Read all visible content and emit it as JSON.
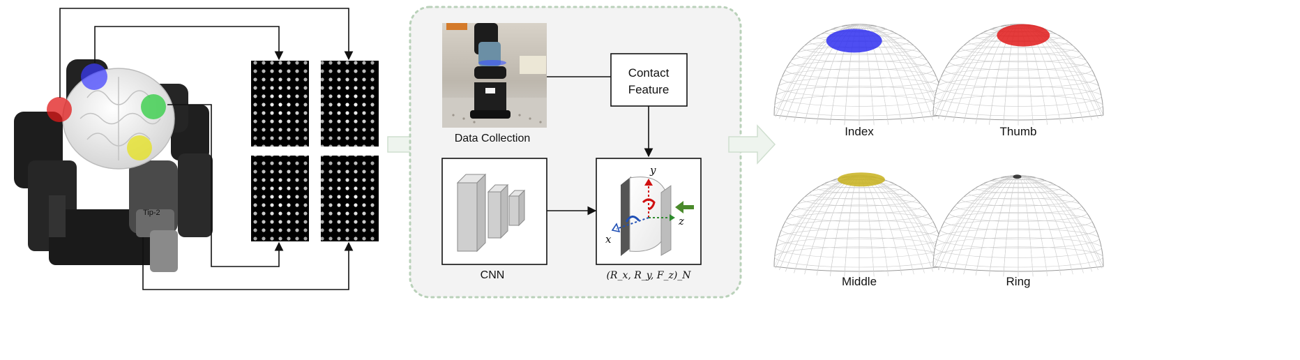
{
  "pipeline": {
    "contact_feature_label_line1": "Contact",
    "contact_feature_label_line2": "Feature",
    "data_collection_caption": "Data Collection",
    "cnn_caption": "CNN",
    "output_caption": "(R_x, R_y, F_z)_N",
    "axes": {
      "y": "y",
      "x": "x",
      "z": "z"
    },
    "robot_label": "Tip-2"
  },
  "fingers": [
    {
      "name": "Index",
      "color": "#2f2ff0"
    },
    {
      "name": "Thumb",
      "color": "#e01a1a"
    },
    {
      "name": "Middle",
      "color": "#c8b21c"
    },
    {
      "name": "Ring",
      "color": "#222222"
    }
  ],
  "colors": {
    "panel_border": "#b9d1b9",
    "panel_fill": "#f3f3f3",
    "flow_arrow_fill": "#eef4ee",
    "flow_arrow_stroke": "#cfdfcf",
    "line": "#111111"
  }
}
